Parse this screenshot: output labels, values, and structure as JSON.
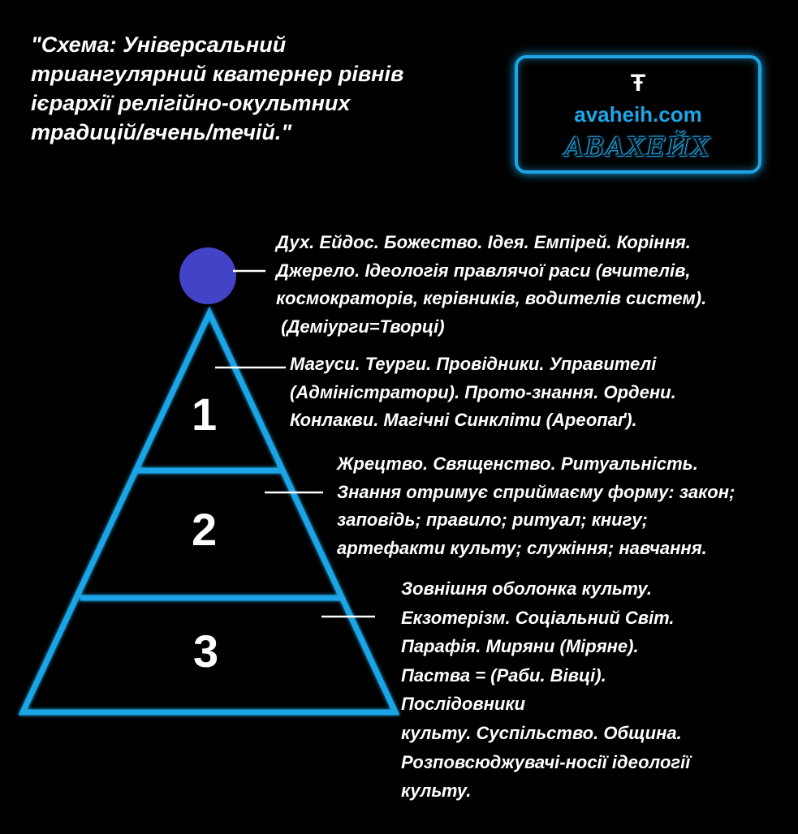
{
  "title": {
    "lines": [
      "\"Схема: Універсальний",
      "триангулярний кватернер рівнів",
      "ієрархії релігійно-окультних",
      "традицій/вчень/течій.\""
    ]
  },
  "logo": {
    "symbol": "Ŧ",
    "url": "avaheih.com",
    "script": "AВAХЕЙХ"
  },
  "levels": {
    "one": "1",
    "two": "2",
    "three": "3"
  },
  "descriptions": {
    "top": [
      "Дух. Ейдос. Божество. Ідея. Емпірей. Коріння.",
      "Джерело. Ідеологія правлячої раси (вчителів,",
      "космократорів, керівників, водителів систем).",
      " (Деміурги=Творці)"
    ],
    "level1": [
      "Магуси. Теурги. Провідники. Управителі",
      "(Адміністратори). Прото-знання. Ордени.",
      "Конлакви. Магічні Синкліти (Ареопаґ)."
    ],
    "level2": [
      "Жрецтво. Священство. Ритуальність.",
      "Знання отримує сприймаєму форму: закон;",
      "заповідь; правило; ритуал; книгу;",
      "артефакти культу; служіння; навчання."
    ],
    "level3": [
      "Зовнішня оболонка культу.",
      "Екзотерізм. Соціальний Світ.",
      "Парафія. Миряни (Міряне).",
      "Паства = (Раби. Вівці).",
      "Послідовники",
      "культу. Суспільство. Община.",
      "Розповсюджувачі-носії ідеології",
      "культу."
    ]
  },
  "colors": {
    "background": "#000000",
    "triangle": "#1ea5e6",
    "circle": "#4343c8",
    "text": "#ffffff"
  }
}
